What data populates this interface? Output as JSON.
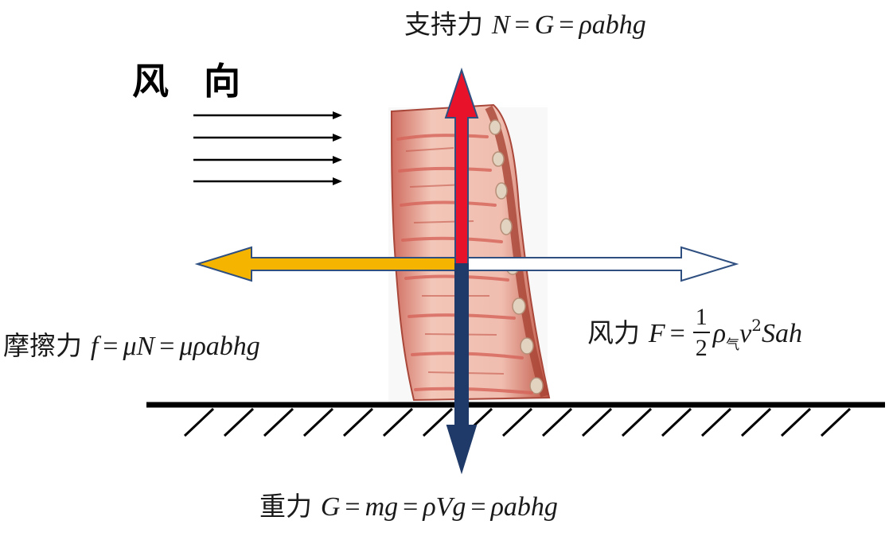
{
  "wind_title": "风 向",
  "support": {
    "label": "支持力",
    "var": "N",
    "eq1": "=",
    "mid": "G",
    "eq2": "=",
    "expr": "ρabhg"
  },
  "gravity": {
    "label": "重力",
    "var": "G",
    "eq1": "=",
    "e1": "mg",
    "eq2": "=",
    "e2": "ρVg",
    "eq3": "=",
    "e3": "ρabhg"
  },
  "friction": {
    "label": "摩擦力",
    "var": "f",
    "eq1": "=",
    "e1": "μN",
    "eq2": "=",
    "e2": "μρabhg"
  },
  "wind_force": {
    "label": "风力",
    "var": "F",
    "eq": "=",
    "num": "1",
    "den": "2",
    "rho": "ρ",
    "rho_sub": "气",
    "v": "v",
    "sup": "2",
    "rest": "Sah"
  },
  "colors": {
    "support_arrow": "#e8132b",
    "gravity_arrow": "#1f3a68",
    "friction_arrow": "#f5b400",
    "wind_arrow_outline": "#2e4f80",
    "meat_base": "#d9847a",
    "meat_fat": "#f6d9cc",
    "meat_dark": "#b94c3e"
  }
}
